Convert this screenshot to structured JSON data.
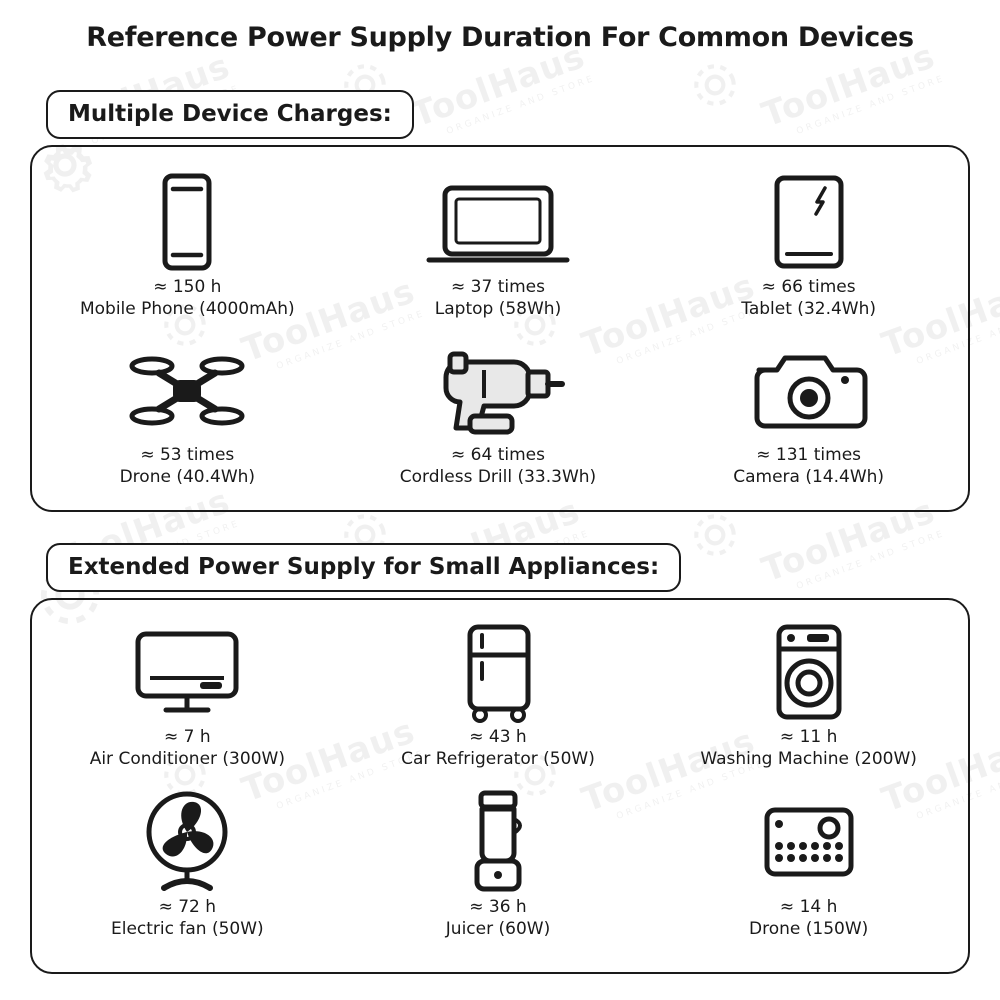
{
  "page": {
    "title": "Reference Power Supply Duration For Common Devices",
    "watermark_main": "ToolHaus",
    "watermark_sub": "ORGANIZE AND STORE"
  },
  "sections": [
    {
      "id": "charges",
      "header": "Multiple Device Charges:",
      "items": [
        {
          "icon": "mobile-phone-icon",
          "value": "≈ 150 h",
          "label": "Mobile Phone (4000mAh)"
        },
        {
          "icon": "laptop-icon",
          "value": "≈ 37 times",
          "label": "Laptop (58Wh)"
        },
        {
          "icon": "tablet-icon",
          "value": "≈ 66 times",
          "label": "Tablet (32.4Wh)"
        },
        {
          "icon": "drone-icon",
          "value": "≈ 53 times",
          "label": "Drone (40.4Wh)"
        },
        {
          "icon": "cordless-drill-icon",
          "value": "≈ 64 times",
          "label": "Cordless Drill (33.3Wh)"
        },
        {
          "icon": "camera-icon",
          "value": "≈ 131 times",
          "label": "Camera (14.4Wh)"
        }
      ]
    },
    {
      "id": "appliances",
      "header": "Extended Power Supply for Small Appliances:",
      "items": [
        {
          "icon": "air-conditioner-icon",
          "value": "≈ 7 h",
          "label": "Air Conditioner (300W)"
        },
        {
          "icon": "car-refrigerator-icon",
          "value": "≈ 43 h",
          "label": "Car Refrigerator (50W)"
        },
        {
          "icon": "washing-machine-icon",
          "value": "≈ 11 h",
          "label": "Washing Machine (200W)"
        },
        {
          "icon": "electric-fan-icon",
          "value": "≈ 72 h",
          "label": "Electric fan (50W)"
        },
        {
          "icon": "juicer-icon",
          "value": "≈ 36 h",
          "label": "Juicer (60W)"
        },
        {
          "icon": "drone-appliance-icon",
          "value": "≈ 14 h",
          "label": "Drone (150W)"
        }
      ]
    }
  ],
  "colors": {
    "ink": "#1a1a1a",
    "background": "#ffffff",
    "watermark": "#000000"
  }
}
